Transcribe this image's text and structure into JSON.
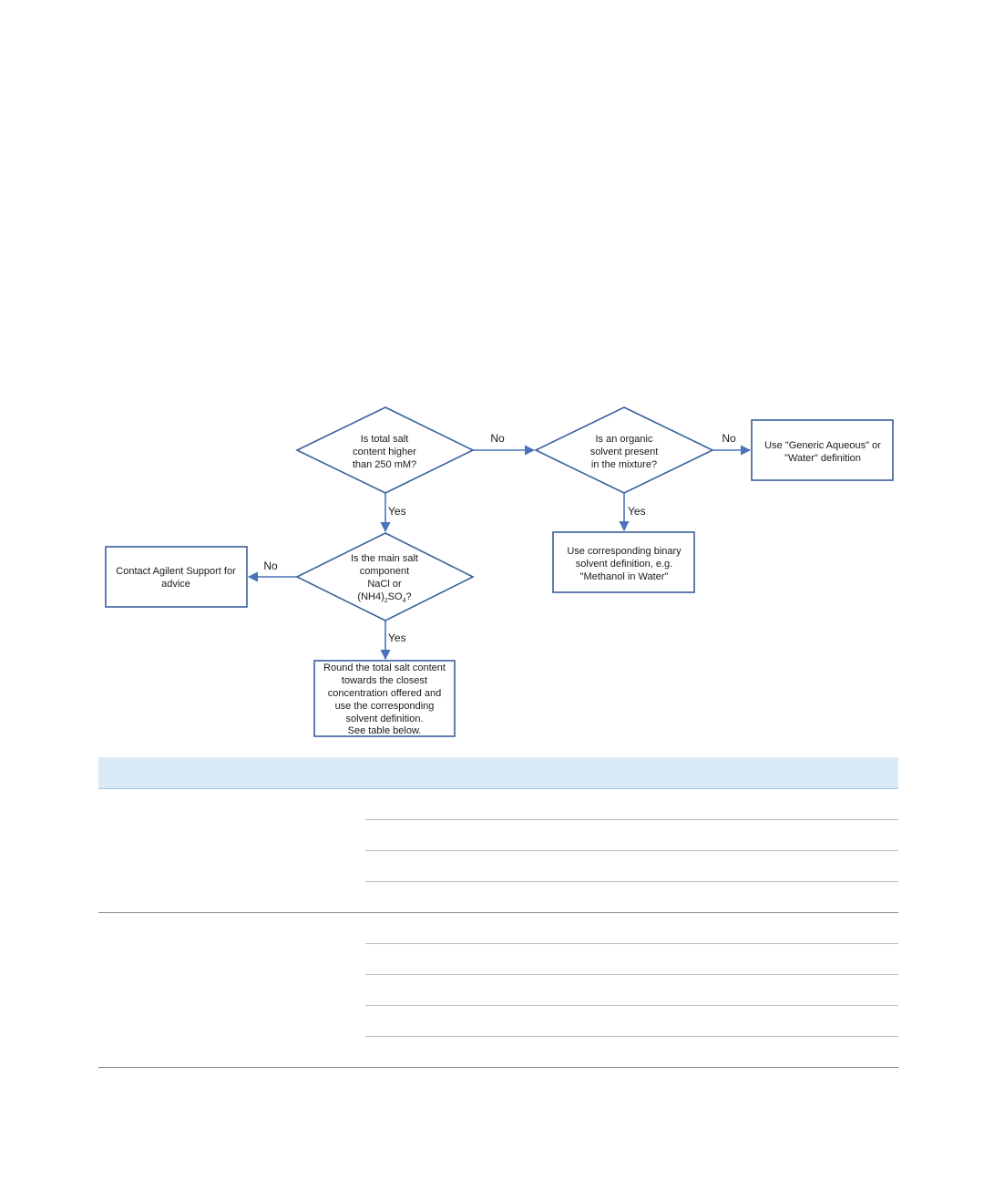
{
  "flowchart": {
    "colors": {
      "node_border": "#3a5f9e",
      "arrow": "#4a72b8",
      "text": "#1a1a1a"
    },
    "decisions": [
      {
        "id": "salt-content",
        "lines": [
          "Is total salt",
          "content higher",
          "than 250 mM?"
        ]
      },
      {
        "id": "organic-solvent",
        "lines": [
          "Is an organic",
          "solvent present",
          "in the mixture?"
        ]
      },
      {
        "id": "main-salt",
        "lines": [
          "Is the main salt",
          "component",
          "NaCl or"
        ],
        "formula": {
          "pre": "(NH4)",
          "sub1": "2",
          "mid": "SO",
          "sub2": "4",
          "post": "?"
        }
      }
    ],
    "outcomes": [
      {
        "id": "generic-aqueous",
        "lines": [
          "Use \"Generic Aqueous\" or",
          "\"Water\" definition"
        ]
      },
      {
        "id": "binary-solvent",
        "lines": [
          "Use corresponding binary",
          "solvent definition, e.g.",
          "\"Methanol in Water\""
        ]
      },
      {
        "id": "contact-support",
        "lines": [
          "Contact Agilent Support for",
          "advice"
        ]
      },
      {
        "id": "round-salt",
        "lines": [
          "Round the total salt content",
          "towards the closest",
          "concentration offered and",
          "use the corresponding",
          "solvent definition.",
          "See table below."
        ]
      }
    ],
    "edge_labels": {
      "salt_no": "No",
      "salt_yes": "Yes",
      "organic_no": "No",
      "organic_yes": "Yes",
      "main_no": "No",
      "main_yes": "Yes"
    }
  },
  "table": {
    "header": [
      "",
      ""
    ],
    "groups": [
      {
        "label": "",
        "rows": [
          "",
          "",
          "",
          ""
        ]
      },
      {
        "label": "",
        "rows": [
          "",
          "",
          "",
          "",
          ""
        ]
      }
    ]
  }
}
